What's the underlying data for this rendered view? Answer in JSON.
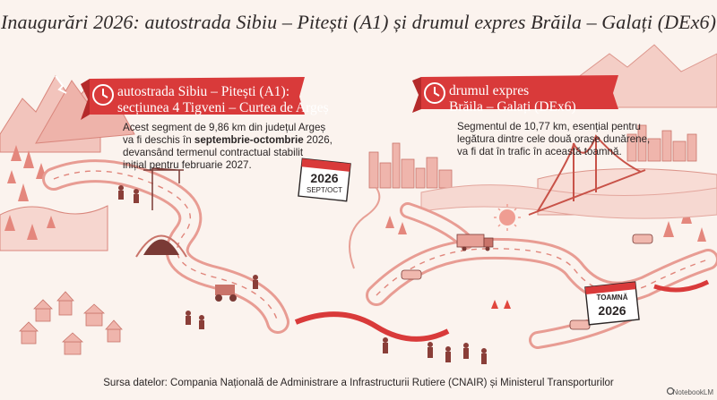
{
  "title": "Inaugurări 2026: autostrada Sibiu – Pitești (A1) și drumul expres Brăila – Galați (DEx6)",
  "left_section": {
    "banner_line1": "autostrada Sibiu – Pitești (A1):",
    "banner_line2": "secțiunea 4 Tigveni – Curtea de Argeș",
    "desc_line1": "Acest segment de 9,86 km din județul Argeș",
    "desc_line2_pre": "va fi deschis în ",
    "desc_line2_bold": "septembrie-octombrie",
    "desc_line2_post": " 2026,",
    "desc_line3": "devansând termenul contractual stabilit",
    "desc_line4": "inițial pentru februarie 2027.",
    "calendar_year": "2026",
    "calendar_label": "SEPT/OCT"
  },
  "right_section": {
    "banner_line1": "drumul expres",
    "banner_line2": "Brăila – Galați (DEx6)",
    "desc_line1": "Segmentul de 10,77 km, esențial pentru",
    "desc_line2": "legătura dintre cele două orașe dunărene,",
    "desc_line3": "va fi dat în trafic în această toamnă.",
    "calendar_label": "TOAMNĂ",
    "calendar_year": "2026"
  },
  "source": "Sursa datelor: Compania Națională de Administrare a Infrastructurii Rutiere (CNAIR) și Ministerul Transporturilor",
  "brand": "NotebookLM",
  "colors": {
    "accent": "#d93a3a",
    "accent_dark": "#b42a2a",
    "sketch": "#e79a92",
    "sketch_light": "#f3c9c2",
    "background": "#fbf3ee"
  },
  "icons": [
    "clock-icon",
    "calendar-icon",
    "sun-icon",
    "notebooklm-logo-icon"
  ]
}
